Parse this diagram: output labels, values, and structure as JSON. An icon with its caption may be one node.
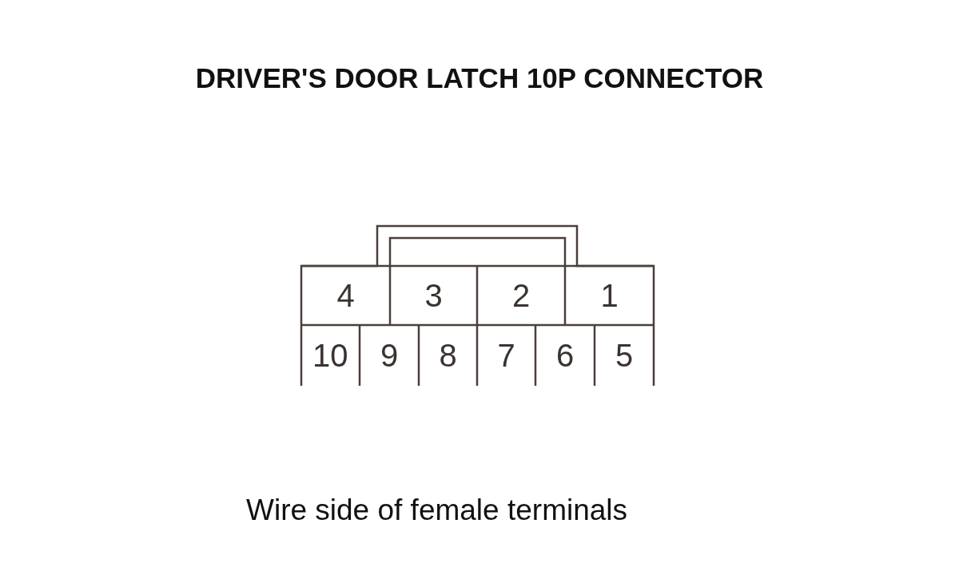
{
  "diagram": {
    "title": "DRIVER'S DOOR LATCH 10P CONNECTOR",
    "caption": "Wire side of female terminals",
    "labels": [
      "4",
      "3",
      "2",
      "1",
      "10",
      "9",
      "8",
      "7",
      "6",
      "5"
    ]
  }
}
